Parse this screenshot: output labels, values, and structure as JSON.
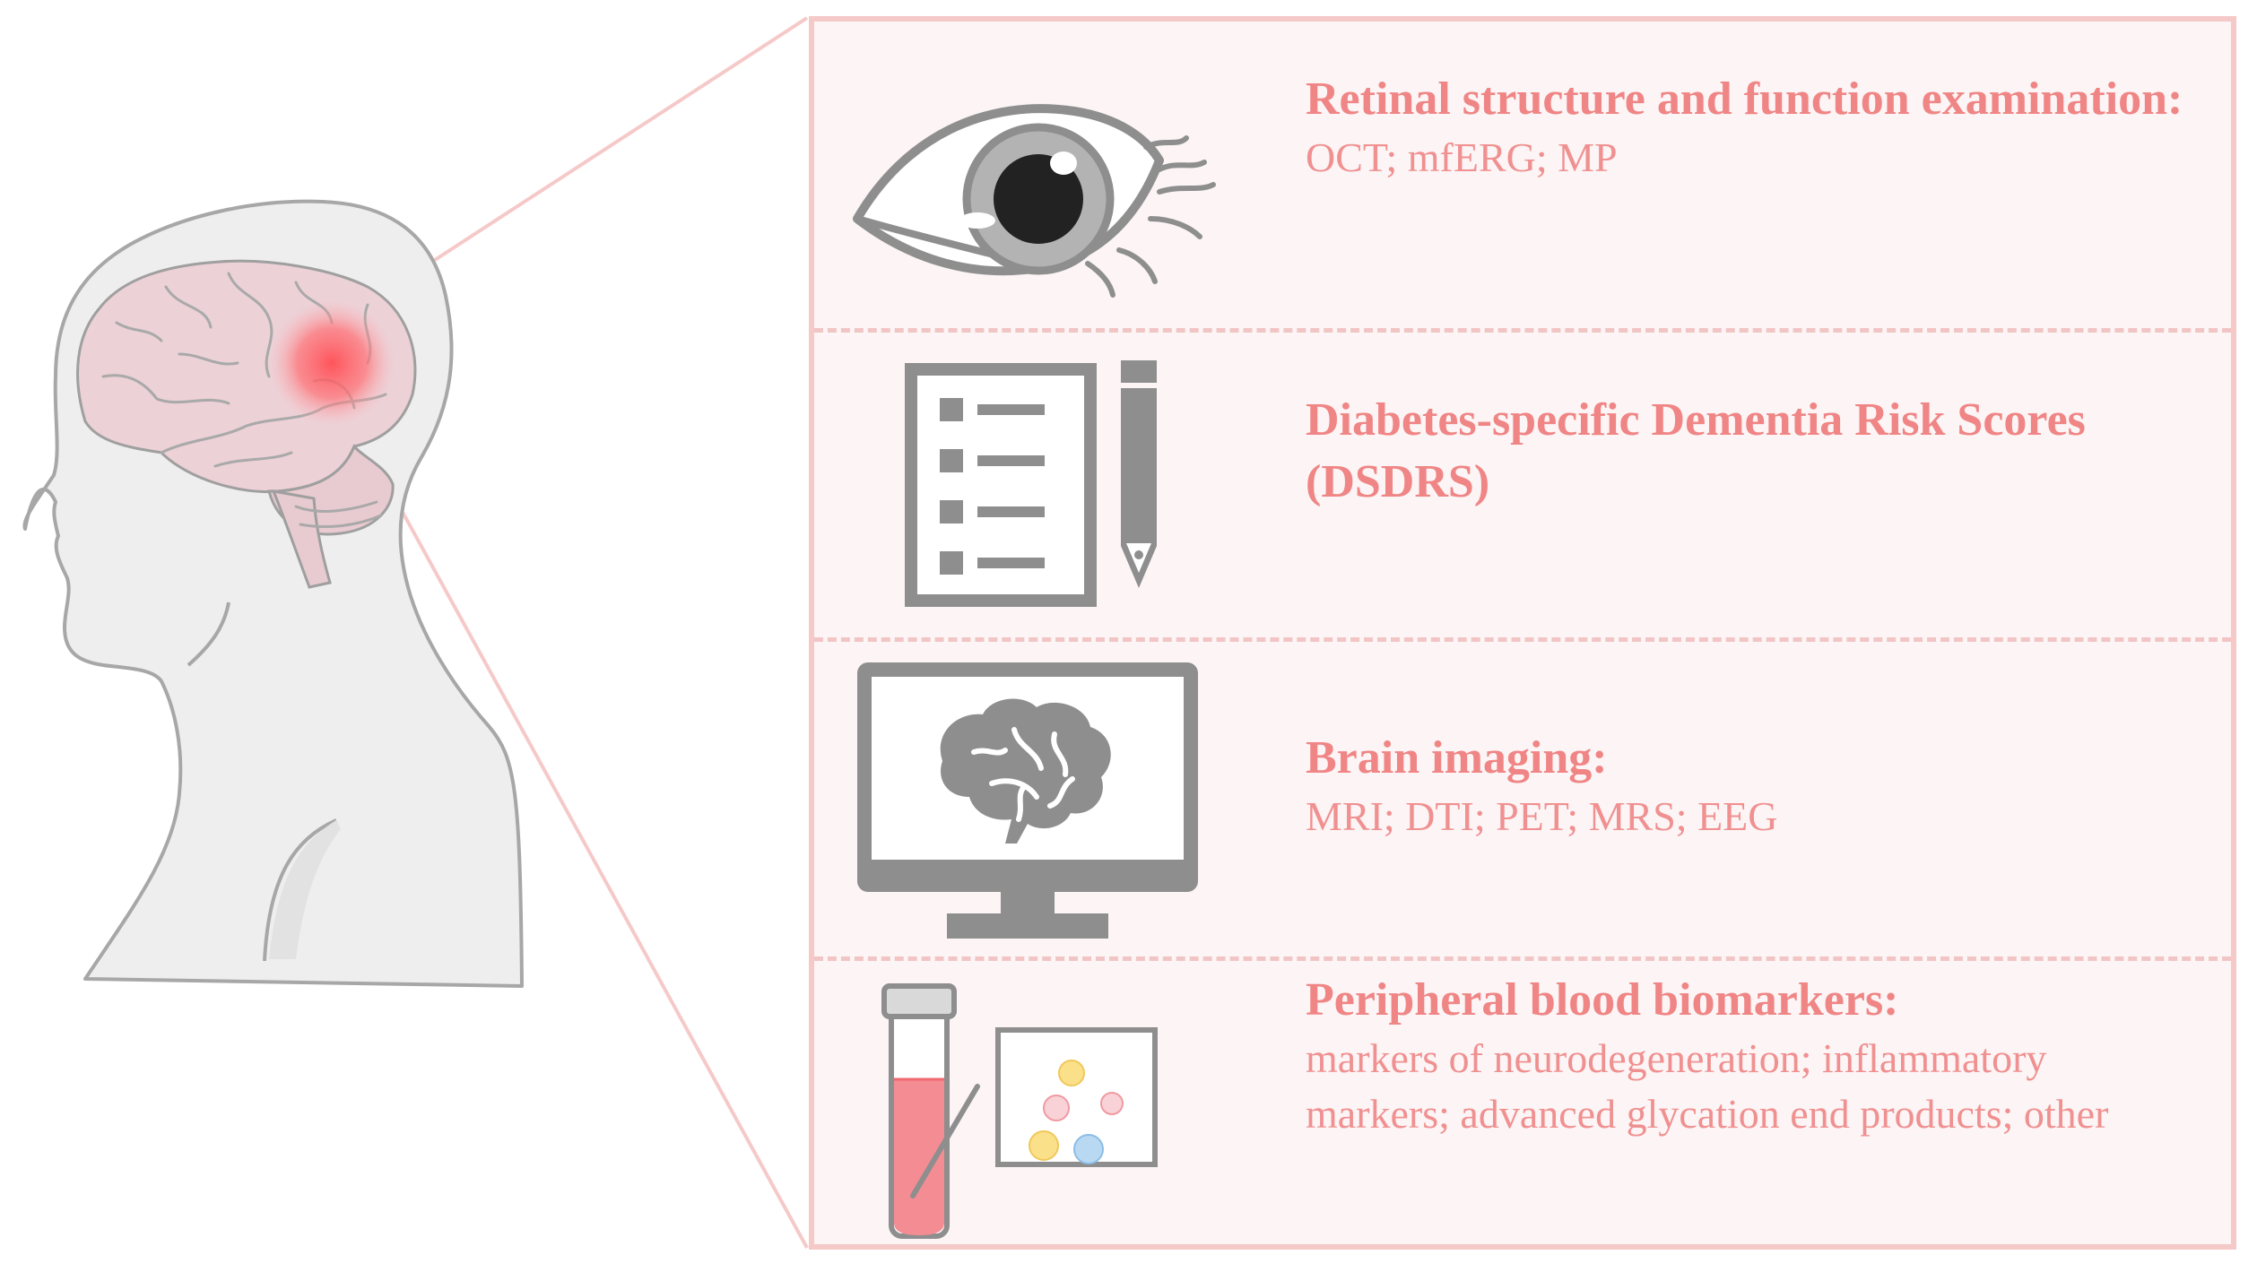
{
  "colors": {
    "accent_text": "#f08585",
    "panel_fill": "#fcf4f5",
    "panel_border": "#f4c9c8",
    "icon_gray": "#8e8e8e",
    "brain_pink": "#edd3d8",
    "head_fill": "#eeeeee",
    "hotspot": "#ff5a5f"
  },
  "sections": [
    {
      "id": "retinal",
      "icon": "eye-icon",
      "title": "Retinal structure and function examination:",
      "detail": "OCT; mfERG; MP"
    },
    {
      "id": "dsdrs",
      "icon": "checklist-pencil-icon",
      "title": "Diabetes-specific Dementia Risk Scores (DSDRS)",
      "detail": ""
    },
    {
      "id": "imaging",
      "icon": "monitor-brain-icon",
      "title": "Brain imaging:",
      "detail": "MRI; DTI; PET; MRS; EEG"
    },
    {
      "id": "blood",
      "icon": "blood-tube-slide-icon",
      "title": "Peripheral blood biomarkers:",
      "detail": "markers of neurodegeneration; inflammatory markers; advanced glycation end products; other"
    }
  ],
  "head_illustration": {
    "icon": "human-head-brain-icon",
    "highlight": "brain-hotspot"
  }
}
